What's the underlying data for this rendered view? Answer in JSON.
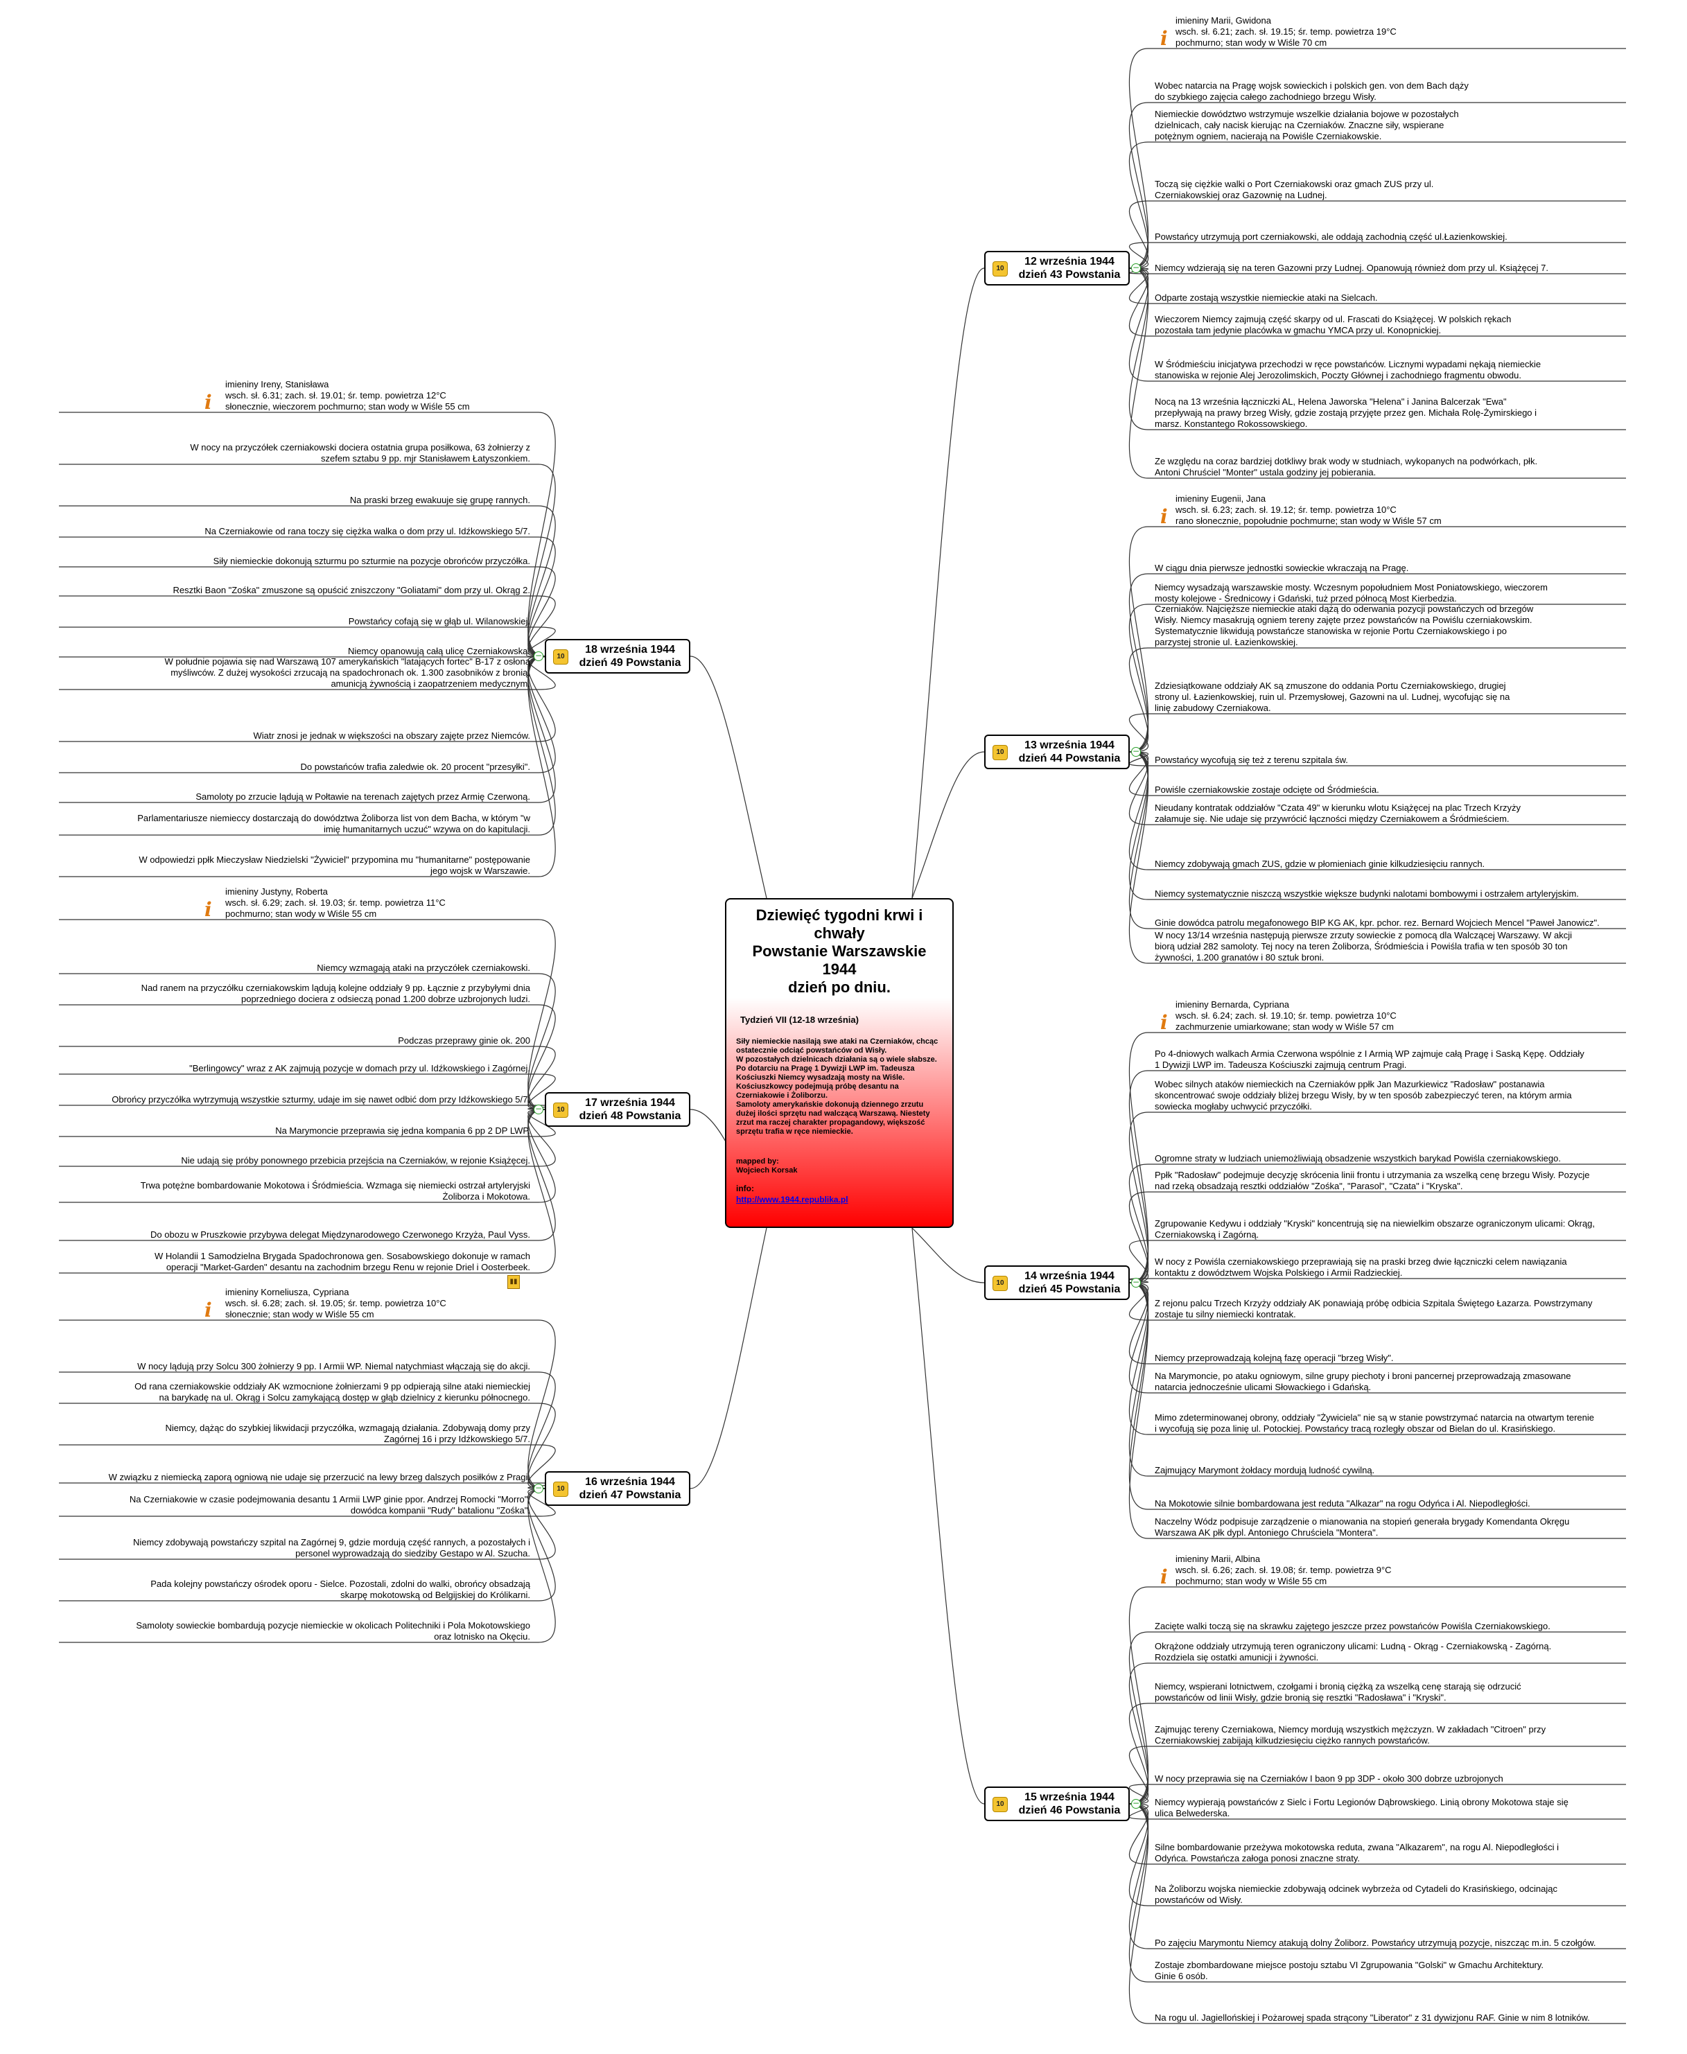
{
  "central": {
    "title": "Dziewięć tygodni krwi i chwały\nPowstanie Warszawskie 1944\ndzień po dniu.",
    "subtitle": "Tydzień VII (12-18 września)",
    "description": "Siły niemieckie nasilają swe ataki na Czerniaków, chcąc ostatecznie odciąć powstańców od Wisły.\nW pozostałych dzielnicach działania są o wiele słabsze.\nPo dotarciu na Pragę 1 Dywizji LWP im. Tadeusza Kościuszki Niemcy wysadzają mosty na Wiśle. Kościuszkowcy podejmują próbę desantu na Czerniakowie i Żoliborzu.\nSamoloty amerykańskie dokonują dziennego zrzutu dużej ilości sprzętu nad walczącą Warszawą. Niestety zrzut ma raczej charakter propagandowy, większość sprzętu trafia w ręce niemieckie.",
    "mapped_by": "mapped by:\nWojciech Korsak",
    "info_label": "info:",
    "link": "http://www.1944.republika.pl"
  },
  "badge_label": "10",
  "icons": {
    "info": "info-icon",
    "collapse": "collapse-icon",
    "attachment": "attachment-icon"
  },
  "days": [
    {
      "id": "d12",
      "label": "12 września 1944\ndzień 43 Powstania",
      "items": [
        "imieniny Marii, Gwidona\nwsch. sł. 6.21; zach. sł. 19.15; śr. temp. powietrza 19°C\npochmurno; stan wody w Wiśle 70 cm",
        "Wobec natarcia na Pragę wojsk sowieckich i polskich gen. von dem Bach dąży\ndo szybkiego zajęcia całego zachodniego brzegu Wisły.",
        "Niemieckie dowództwo wstrzymuje wszelkie działania bojowe w pozostałych\ndzielnicach, cały nacisk kierując na Czerniaków. Znaczne siły, wspierane\npotężnym ogniem, nacierają na Powiśle Czerniakowskie.",
        "Toczą się ciężkie walki o Port Czerniakowski oraz gmach ZUS przy ul.\nCzerniakowskiej oraz Gazownię na Ludnej.",
        "Powstańcy utrzymują port czerniakowski, ale oddają zachodnią część ul.Łazienkowskiej.",
        "Niemcy wdzierają się na teren Gazowni przy Ludnej. Opanowują również dom przy ul. Książęcej 7.",
        "Odparte zostają wszystkie niemieckie ataki na Sielcach.",
        "Wieczorem Niemcy zajmują część skarpy od ul. Frascati do Książęcej. W polskich rękach\npozostała tam jedynie placówka w gmachu YMCA przy ul. Konopnickiej.",
        "W Śródmieściu inicjatywa przechodzi w ręce powstańców. Licznymi wypadami nękają niemieckie\nstanowiska w rejonie Alej Jerozolimskich, Poczty Głównej i zachodniego fragmentu obwodu.",
        "Nocą na 13 września łączniczki AL, Helena Jaworska \"Helena\" i Janina Balcerzak \"Ewa\"\nprzepływają na prawy brzeg Wisły, gdzie zostają przyjęte przez gen. Michała Rolę-Żymirskiego i\nmarsz. Konstantego Rokossowskiego.",
        "Ze względu na coraz bardziej dotkliwy brak wody w studniach, wykopanych na podwórkach, płk.\nAntoni Chruściel \"Monter\" ustala godziny jej pobierania."
      ]
    },
    {
      "id": "d13",
      "label": "13 września 1944\ndzień 44 Powstania",
      "items": [
        "imieniny Eugenii, Jana\nwsch. sł. 6.23; zach. sł. 19.12; śr. temp. powietrza 10°C\nrano słonecznie, popołudnie pochmurne; stan wody w Wiśle 57 cm",
        "W ciągu dnia pierwsze jednostki sowieckie wkraczają na Pragę.",
        "Niemcy wysadzają warszawskie mosty. Wczesnym popołudniem Most Poniatowskiego, wieczorem\nmosty kolejowe - Średnicowy i Gdański, tuż przed północą Most Kierbedzia.",
        "Czerniaków. Najcięższe niemieckie ataki dążą do oderwania pozycji powstańczych od brzegów\nWisły. Niemcy masakrują ogniem tereny zajęte przez powstańców na Powiślu czerniakowskim.\nSystematycznie likwidują powstańcze stanowiska w rejonie Portu Czerniakowskiego i po\nparzystej stronie ul. Łazienkowskiej.",
        "Zdziesiątkowane oddziały AK są zmuszone do oddania Portu Czerniakowskiego, drugiej\nstrony ul. Łazienkowskiej, ruin ul. Przemysłowej, Gazowni na ul. Ludnej, wycofując się na\nlinię zabudowy Czerniakowa.",
        "Powstańcy wycofują się też z terenu szpitala św.",
        "Powiśle czerniakowskie zostaje odcięte od Śródmieścia.",
        "Nieudany kontratak oddziałów \"Czata 49\" w kierunku wlotu Książęcej na plac Trzech Krzyży\nzałamuje się. Nie udaje się przywrócić łączności między Czerniakowem a Śródmieściem.",
        "Niemcy zdobywają gmach ZUS, gdzie w płomieniach ginie kilkudziesięciu rannych.",
        "Niemcy systematycznie niszczą wszystkie większe budynki nalotami bombowymi i ostrzałem artyleryjskim.",
        "Ginie dowódca patrolu megafonowego BIP KG AK, kpr. pchor. rez. Bernard Wojciech Mencel \"Paweł Janowicz\".",
        "W nocy 13/14 września następują pierwsze zrzuty sowieckie z pomocą dla Walczącej Warszawy. W akcji\nbiorą udział 282 samoloty. Tej nocy na teren Żoliborza, Śródmieścia i Powiśla trafia w ten sposób 30 ton\nżywności, 1.200 granatów i 80 sztuk broni."
      ]
    },
    {
      "id": "d14",
      "label": "14 września 1944\ndzień 45 Powstania",
      "items": [
        "imieniny Bernarda, Cypriana\nwsch. sł. 6.24; zach. sł. 19.10; śr. temp. powietrza 10°C\nzachmurzenie umiarkowane; stan wody w Wiśle 57 cm",
        "Po 4-dniowych walkach Armia Czerwona wspólnie z I Armią WP zajmuje całą Pragę i Saską Kępę. Oddziały\n1 Dywizji LWP im. Tadeusza Kościuszki zajmują centrum Pragi.",
        "Wobec silnych ataków niemieckich na Czerniaków ppłk Jan Mazurkiewicz \"Radosław\" postanawia\nskoncentrować swoje oddziały bliżej brzegu Wisły, by w ten sposób zabezpieczyć teren, na którym armia\nsowiecka mogłaby uchwycić przyczółki.",
        "Ogromne straty w ludziach uniemożliwiają obsadzenie wszystkich barykad Powiśla czerniakowskiego.",
        "Ppłk \"Radosław\" podejmuje decyzję skrócenia linii frontu i utrzymania za wszelką cenę brzegu Wisły. Pozycje\nnad rzeką obsadzają resztki oddziałów \"Zośka\", \"Parasol\", \"Czata\" i \"Kryska\".",
        "Zgrupowanie Kedywu i oddziały \"Kryski\" koncentrują się na niewielkim obszarze ograniczonym ulicami: Okrąg,\nCzerniakowską i Zagórną.",
        "W nocy z Powiśla czerniakowskiego przeprawiają się na praski brzeg dwie łączniczki celem nawiązania\nkontaktu z dowództwem Wojska Polskiego i Armii Radzieckiej.",
        "Z rejonu palcu Trzech Krzyży oddziały AK ponawiają próbę odbicia Szpitala Świętego Łazarza. Powstrzymany\nzostaje tu silny niemiecki kontratak.",
        "Niemcy przeprowadzają kolejną fazę operacji \"brzeg Wisły\".",
        "Na Marymoncie, po ataku ogniowym, silne grupy piechoty i broni pancernej przeprowadzają zmasowane\nnatarcia jednocześnie ulicami Słowackiego i Gdańską.",
        " Mimo zdeterminowanej obrony, oddziały \"Żywiciela\" nie są w stanie powstrzymać natarcia na otwartym terenie\ni wycofują się poza linię ul. Potockiej. Powstańcy tracą rozległy obszar od Bielan do ul. Krasińskiego.",
        "Zajmujący Marymont żołdacy mordują ludność cywilną.",
        "Na Mokotowie silnie bombardowana jest reduta \"Alkazar\" na rogu Odyńca i Al. Niepodległości.",
        "Naczelny Wódz podpisuje zarządzenie o mianowania na stopień generała brygady Komendanta Okręgu\nWarszawa AK płk dypl. Antoniego Chruściela \"Montera\"."
      ]
    },
    {
      "id": "d15",
      "label": "15 września 1944\ndzień 46 Powstania",
      "items": [
        "imieniny Marii, Albina\nwsch. sł. 6.26; zach. sł. 19.08; śr. temp. powietrza 9°C\npochmurno; stan wody w Wiśle 55 cm",
        "Zacięte walki toczą się na skrawku zajętego jeszcze przez powstańców Powiśla Czerniakowskiego.",
        "Okrążone oddziały utrzymują teren ograniczony ulicami: Ludną - Okrąg - Czerniakowską - Zagórną.\nRozdziela się ostatki amunicji i żywności.",
        "Niemcy, wspierani lotnictwem, czołgami i bronią ciężką za wszelką cenę starają się odrzucić\npowstańców od linii Wisły, gdzie bronią się resztki \"Radosława\" i \"Kryski\".",
        "Zajmując tereny Czerniakowa, Niemcy mordują wszystkich mężczyzn. W zakładach \"Citroen\" przy\nCzerniakowskiej zabijają kilkudziesięciu ciężko rannych powstańców.",
        "W nocy przeprawia się na Czerniaków I baon 9 pp 3DP - około 300 dobrze uzbrojonych",
        "Niemcy wypierają powstańców z Sielc i Fortu Legionów Dąbrowskiego. Linią obrony Mokotowa staje się\nulica Belwederska.",
        "Silne bombardowanie przeżywa mokotowska reduta, zwana \"Alkazarem\", na rogu Al. Niepodległości i\nOdyńca. Powstańcza załoga ponosi znaczne straty.",
        "Na Żoliborzu wojska niemieckie zdobywają odcinek wybrzeża od Cytadeli do Krasińskiego, odcinając\npowstańców od Wisły.",
        "Po zajęciu Marymontu Niemcy atakują dolny Żoliborz. Powstańcy utrzymują pozycje, niszcząc m.in. 5 czołgów.",
        "Zostaje zbombardowane miejsce postoju sztabu VI Zgrupowania \"Golski\" w Gmachu Architektury.\nGinie 6 osób.",
        "Na rogu ul. Jagiellońskiej i Pożarowej spada strącony \"Liberator\" z 31 dywizjonu RAF. Ginie w nim 8 lotników."
      ]
    },
    {
      "id": "d16",
      "label": "16 września 1944\ndzień 47 Powstania",
      "items": [
        "imieniny Korneliusza, Cypriana\nwsch. sł. 6.28; zach. sł. 19.05; śr. temp. powietrza 10°C\nsłonecznie; stan wody w Wiśle 55 cm",
        "W nocy lądują przy Solcu 300 żołnierzy 9 pp. I Armii WP. Niemal natychmiast włączają się do akcji.",
        "Od rana czerniakowskie oddziały AK wzmocnione żołnierzami 9 pp odpierają silne ataki niemieckiej\nna barykadę na ul. Okrąg i Solcu zamykającą dostęp w głąb dzielnicy z kierunku północnego.",
        "Niemcy, dążąc do szybkiej likwidacji przyczółka, wzmagają działania. Zdobywają domy przy\nZagórnej 16 i przy Idźkowskiego 5/7.",
        "W związku z niemiecką zaporą ogniową nie udaje się przerzucić na lewy brzeg dalszych posiłków z Pragi.",
        "Na Czerniakowie w czasie podejmowania desantu 1 Armii LWP ginie ppor. Andrzej Romocki \"Morro\",\ndowódca kompanii \"Rudy\" batalionu \"Zośka\".",
        "Niemcy zdobywają powstańczy szpital na Zagórnej 9, gdzie mordują część rannych, a pozostałych i\npersonel wyprowadzają do siedziby Gestapo w Al. Szucha.",
        "Pada kolejny powstańczy ośrodek oporu - Sielce. Pozostali, zdolni do walki, obrońcy obsadzają\nskarpę mokotowską od Belgijskiej do Królikarni.",
        "Samoloty sowieckie bombardują pozycje niemieckie w okolicach Politechniki i Pola Mokotowskiego\noraz lotnisko na Okęciu."
      ]
    },
    {
      "id": "d17",
      "label": "17 września 1944\ndzień 48 Powstania",
      "items": [
        "imieniny Justyny, Roberta\nwsch. sł. 6.29; zach. sł. 19.03; śr. temp. powietrza 11°C\npochmurno; stan wody w Wiśle 55 cm",
        "Niemcy wzmagają ataki na przyczółek czerniakowski.",
        "Nad ranem na przyczółku czerniakowskim lądują kolejne oddziały 9 pp. Łącznie z przybyłymi dnia\npoprzedniego dociera z odsieczą ponad 1.200 dobrze uzbrojonych ludzi.",
        "Podczas przeprawy ginie ok. 200",
        "\"Berlingowcy\" wraz z AK zajmują pozycje w domach przy ul. Idźkowskiego i Zagórnej.",
        "Obrońcy przyczółka wytrzymują wszystkie szturmy, udaje im się nawet odbić dom przy Idźkowskiego 5/7.",
        "Na Marymoncie przeprawia się jedna kompania 6 pp 2 DP LWP.",
        "Nie udają się próby ponownego przebicia przejścia na Czerniaków, w rejonie Książęcej.",
        "Trwa potężne bombardowanie Mokotowa i Śródmieścia. Wzmaga się niemiecki ostrzał artyleryjski\nŻoliborza i Mokotowa.",
        "Do obozu w Pruszkowie przybywa delegat Międzynarodowego Czerwonego Krzyża, Paul Vyss.",
        "W Holandii 1 Samodzielna Brygada Spadochronowa gen. Sosabowskiego dokonuje w ramach\noperacji \"Market-Garden\" desantu na zachodnim brzegu Renu w rejonie Driel i Oosterbeek."
      ]
    },
    {
      "id": "d18",
      "label": "18 września 1944\ndzień 49 Powstania",
      "items": [
        "imieniny Ireny, Stanisława\nwsch. sł. 6.31; zach. sł. 19.01; śr. temp. powietrza 12°C\nsłonecznie, wieczorem pochmurno; stan wody w Wiśle 55 cm",
        "W nocy na przyczółek czerniakowski dociera ostatnia grupa posiłkowa, 63 żołnierzy z\nszefem sztabu 9 pp. mjr Stanisławem Łatyszonkiem.",
        "Na praski brzeg ewakuuje się grupę rannych.",
        "Na Czerniakowie od rana toczy się ciężka walka o dom przy ul. Idźkowskiego 5/7.",
        "Siły niemieckie dokonują szturmu po szturmie na pozycje obrońców przyczółka.",
        "Resztki Baon \"Zośka\" zmuszone są opuścić zniszczony \"Goliatami\" dom przy ul. Okrąg 2.",
        "Powstańcy cofają się w głąb ul. Wilanowskiej.",
        "Niemcy opanowują całą ulicę Czerniakowską.",
        "W południe pojawia się nad Warszawą 107 amerykańskich \"latających fortec\" B-17 z osłoną\nmyśliwców. Z dużej wysokości zrzucają na spadochronach ok. 1.300 zasobników z bronią,\namunicją żywnością i zaopatrzeniem medycznym.",
        "Wiatr znosi je jednak w większości na obszary zajęte przez Niemców.",
        "Do powstańców trafia zaledwie ok. 20 procent \"przesyłki\".",
        "Samoloty po zrzucie lądują w Połtawie na terenach zajętych przez Armię Czerwoną.",
        "Parlamentariusze niemieccy dostarczają do dowództwa Żoliborza list von dem Bacha, w którym \"w\nimię humanitarnych uczuć\" wzywa on do kapitulacji.",
        "W odpowiedzi ppłk Mieczysław Niedzielski \"Żywiciel\" przypomina mu \"humanitarne\" postępowanie\njego wojsk w Warszawie."
      ]
    }
  ]
}
